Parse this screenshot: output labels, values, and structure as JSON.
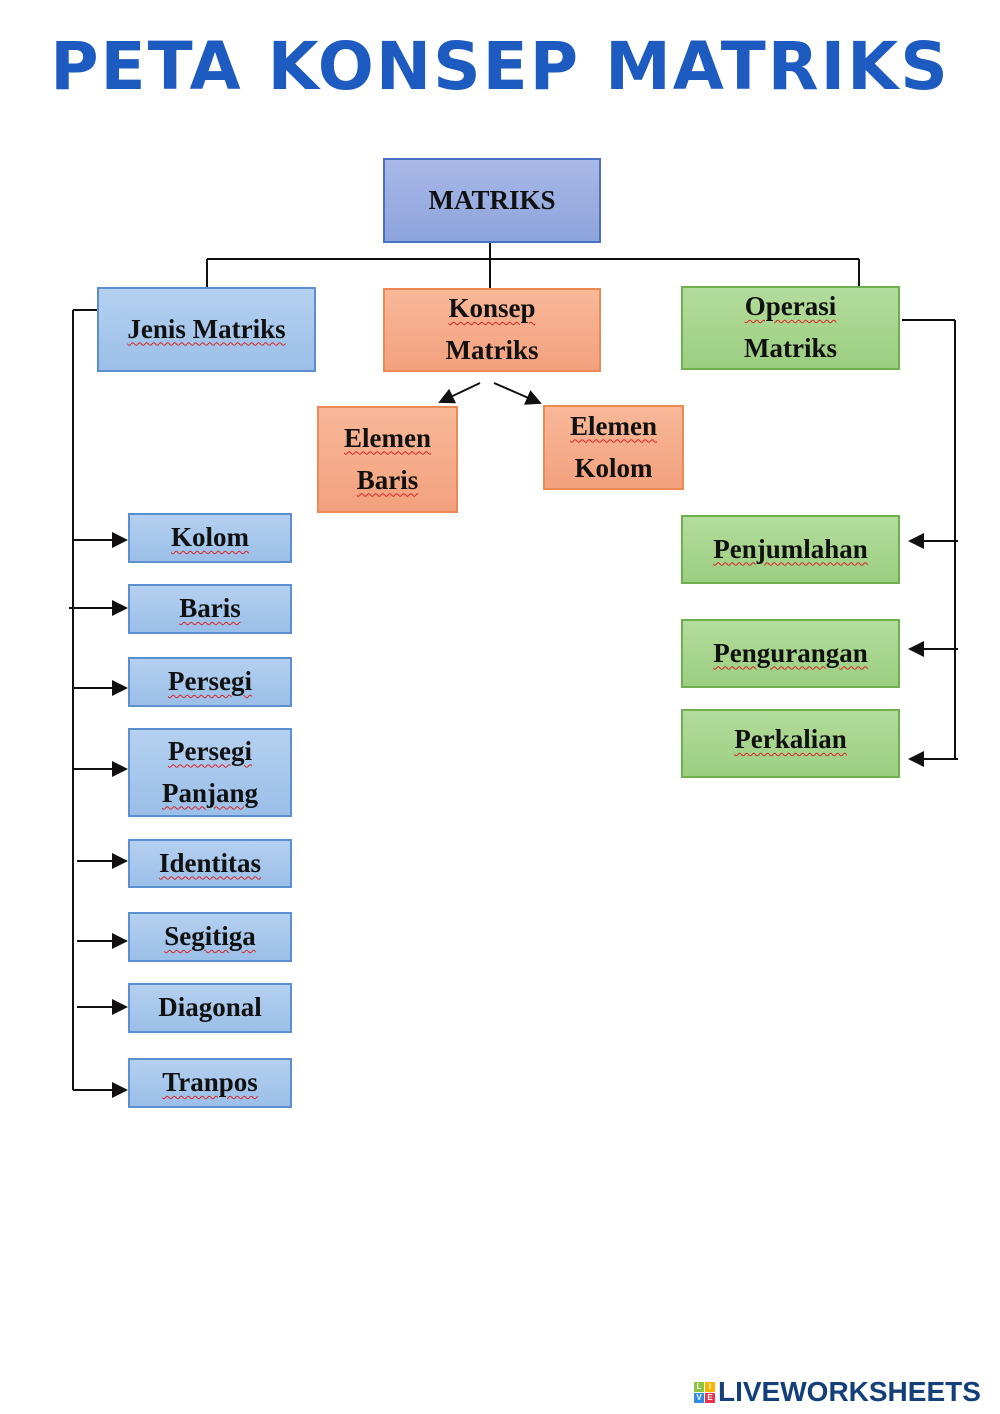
{
  "title": "PETA KONSEP MATRIKS",
  "root": "MATRIKS",
  "branches": {
    "jenis": "Jenis Matriks",
    "konsep": [
      "Konsep",
      "Matriks"
    ],
    "operasi": [
      "Operasi",
      "Matriks"
    ]
  },
  "konsep_children": {
    "baris": [
      "Elemen",
      "Baris"
    ],
    "kolom": [
      "Elemen",
      "Kolom"
    ]
  },
  "jenis_items": [
    "Kolom",
    "Baris",
    "Persegi",
    [
      "Persegi",
      "Panjang"
    ],
    "Identitas",
    "Segitiga",
    "Diagonal",
    "Tranpos"
  ],
  "operasi_items": [
    "Penjumlahan",
    "Pengurangan",
    "Perkalian"
  ],
  "logo": {
    "text": "LIVEWORKSHEETS",
    "tiles": [
      "L",
      "I",
      "V",
      "E"
    ]
  }
}
